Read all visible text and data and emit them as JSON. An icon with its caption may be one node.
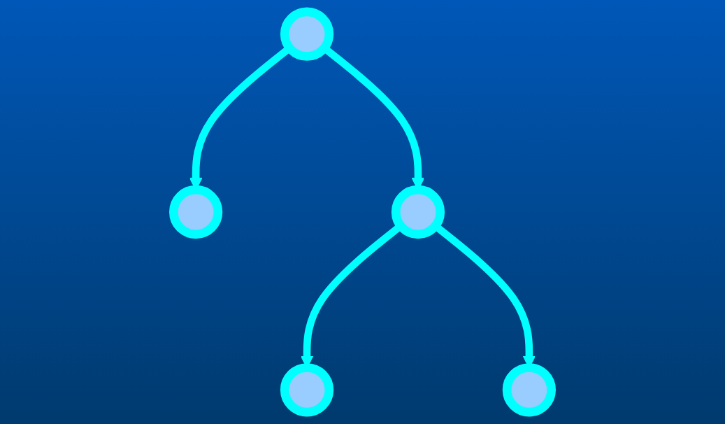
{
  "diagram": {
    "nodes": [
      {
        "text": [],
        "shape": "circle"
      },
      {
        "text": [],
        "shape": "circle"
      },
      {
        "text": [],
        "shape": "circle"
      },
      {
        "text": [],
        "shape": "circle"
      },
      {
        "text": [],
        "shape": "circle"
      }
    ],
    "edges": [
      {
        "from": 0,
        "to": 1,
        "arrow": "to"
      },
      {
        "from": 0,
        "to": 2,
        "arrow": "to"
      },
      {
        "from": 2,
        "to": 3,
        "arrow": "to"
      },
      {
        "from": 2,
        "to": 4,
        "arrow": "to"
      }
    ]
  }
}
